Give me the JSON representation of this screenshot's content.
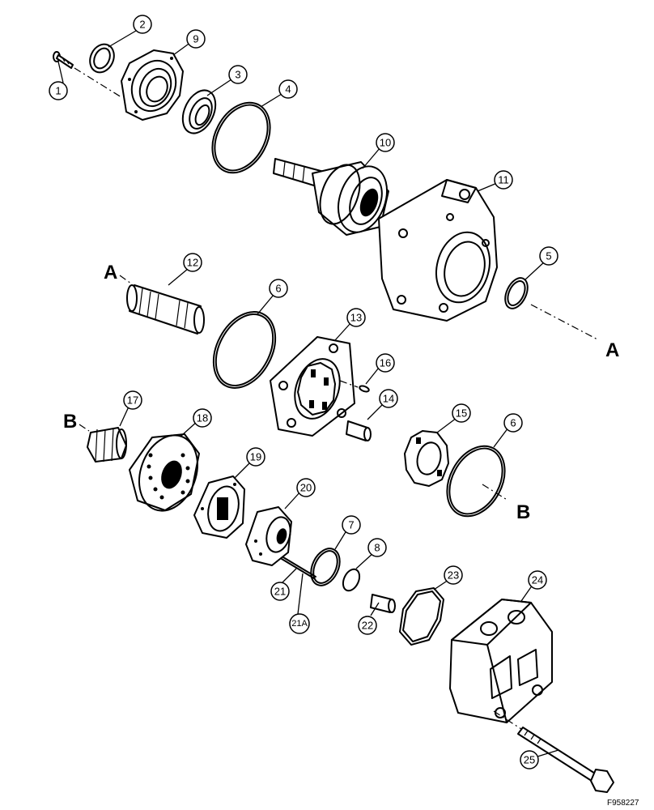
{
  "diagram": {
    "figure_id": "F958227",
    "reference_letters": {
      "a": "A",
      "b": "B"
    },
    "callouts": {
      "c1": "1",
      "c2": "2",
      "c3": "3",
      "c4": "4",
      "c5": "5",
      "c6a": "6",
      "c6b": "6",
      "c7": "7",
      "c8": "8",
      "c9": "9",
      "c10": "10",
      "c11": "11",
      "c12": "12",
      "c13": "13",
      "c14": "14",
      "c15": "15",
      "c16": "16",
      "c17": "17",
      "c18": "18",
      "c19": "19",
      "c20": "20",
      "c21": "21",
      "c21a": "21A",
      "c22": "22",
      "c23": "23",
      "c24": "24",
      "c25": "25"
    }
  }
}
